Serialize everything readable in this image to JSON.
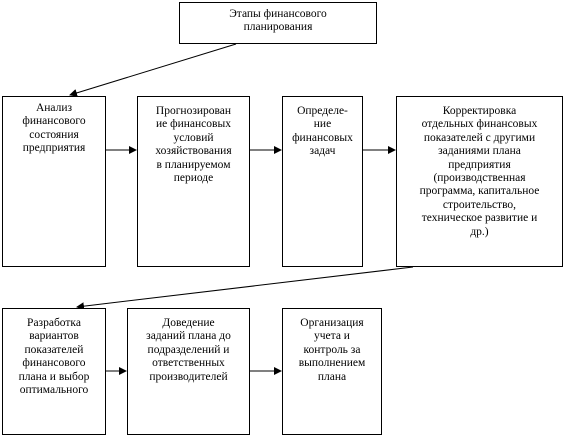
{
  "diagram": {
    "title": "Этапы финансового\nпланирования",
    "stages": {
      "analysis": "Анализ\nфинансового\nсостояния\nпредприятия",
      "forecasting": "Прогнозирован\nие финансовых\nусловий\nхозяйствования\nв планируемом\nпериоде",
      "tasks": "Определе-\nние\nфинансовых\nзадач",
      "adjustment": "Корректировка\nотдельных финансовых\nпоказателей с другими\nзаданиями плана\nпредприятия\n(производственная\nпрограмма, капитальное\nстроительство,\nтехническое развитие и\nдр.)",
      "development": "Разработка\nвариантов\nпоказателей\nфинансового\nплана и выбор\nоптимального",
      "communication": "Доведение\nзаданий плана до\nподразделений и\nответственных\nпроизводителей",
      "control": "Организация\nучета и\nконтроль за\nвыполнением\nплана"
    }
  }
}
